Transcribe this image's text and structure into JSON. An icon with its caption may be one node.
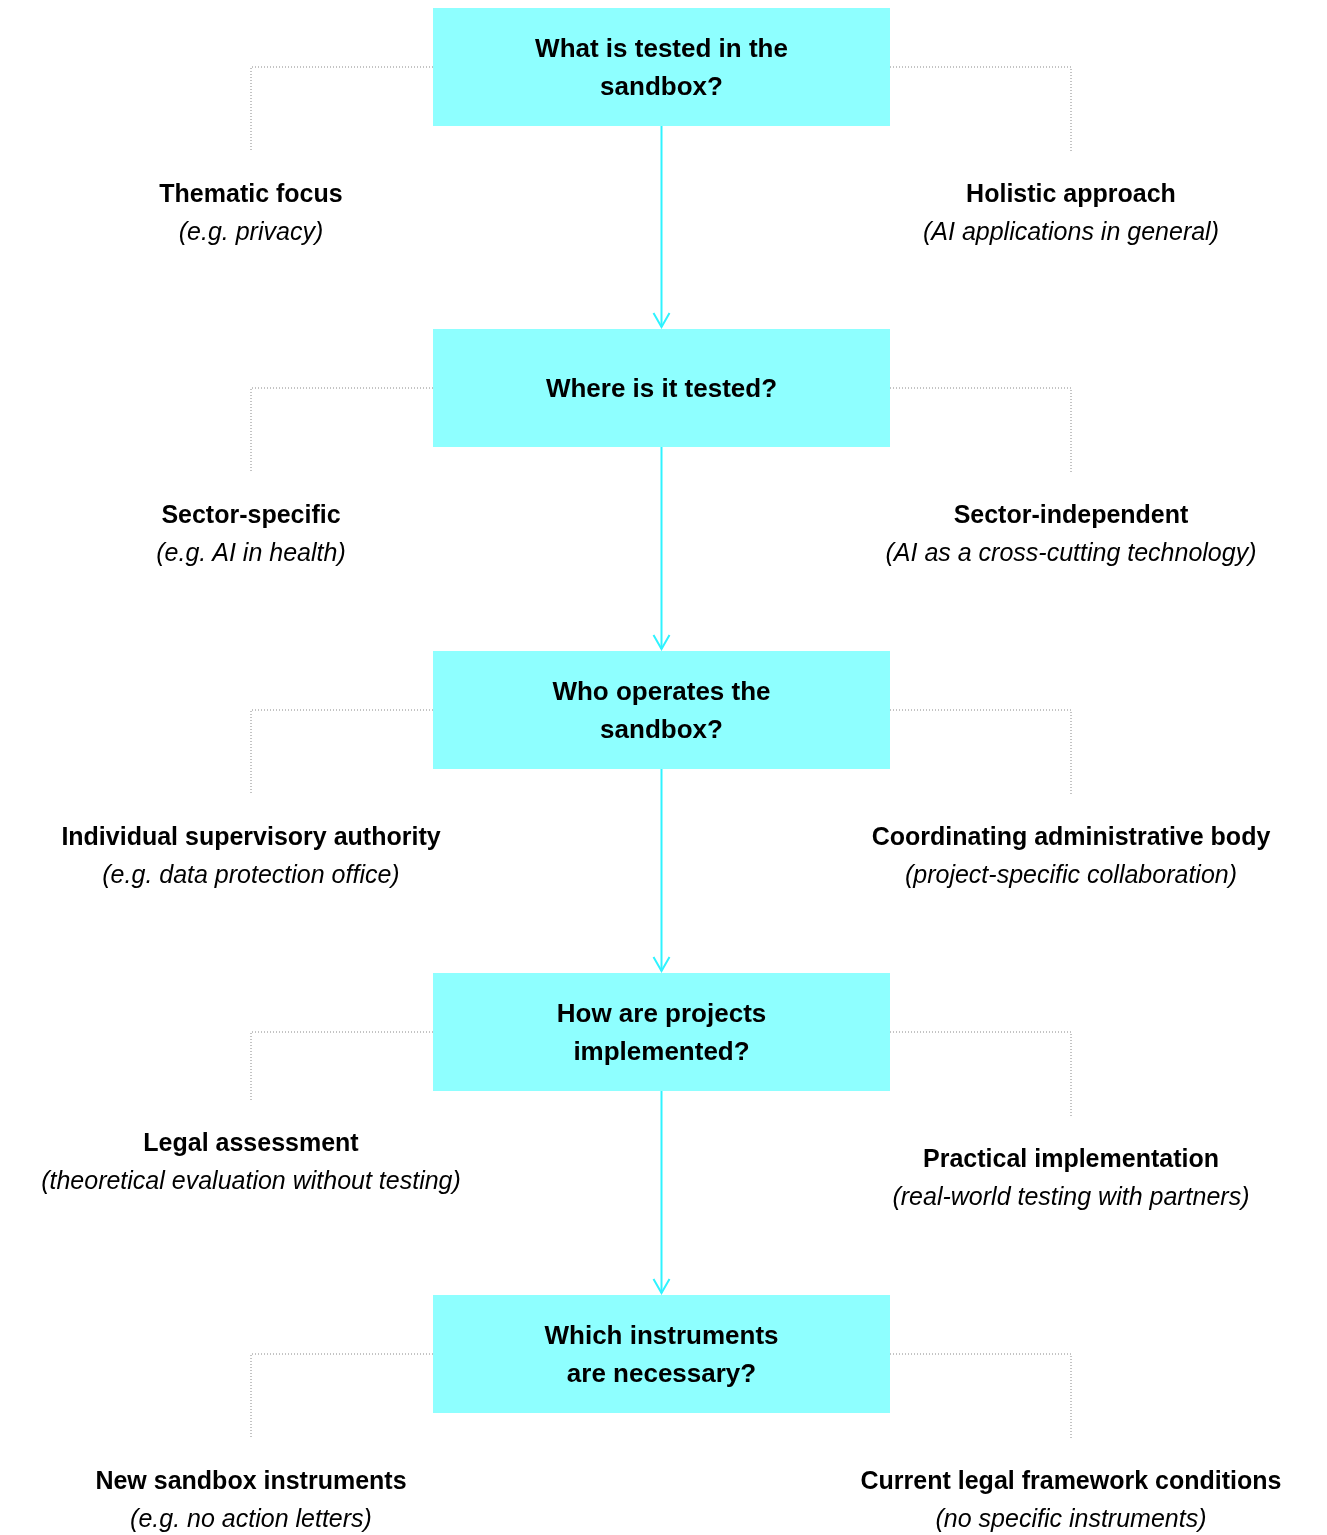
{
  "diagram": {
    "nodes": [
      {
        "text": [
          "What is tested in the sandbox?"
        ]
      },
      {
        "text": [
          "Thematic focus",
          "(e.g. privacy)"
        ]
      },
      {
        "text": [
          "Holistic approach",
          "(AI applications in general)"
        ]
      },
      {
        "text": [
          "Where is it tested?"
        ]
      },
      {
        "text": [
          "Sector-specific",
          "(e.g. AI in health)"
        ]
      },
      {
        "text": [
          "Sector-independent",
          "(AI as a cross-cutting technology)"
        ]
      },
      {
        "text": [
          "Who operates the sandbox?"
        ]
      },
      {
        "text": [
          "Individual supervisory authority",
          "(e.g. data protection office)"
        ]
      },
      {
        "text": [
          "Coordinating administrative body",
          "(project-specific collaboration)"
        ]
      },
      {
        "text": [
          "How are projects implemented?"
        ]
      },
      {
        "text": [
          "Legal assessment",
          "(theoretical evaluation without testing)"
        ]
      },
      {
        "text": [
          "Practical implementation",
          "(real-world testing with partners)"
        ]
      },
      {
        "text": [
          "Which instruments are necessary?"
        ]
      },
      {
        "text": [
          "New sandbox instruments",
          "(e.g. no action letters)"
        ]
      },
      {
        "text": [
          "Current legal framework conditions",
          "(no specific instruments)"
        ]
      }
    ],
    "edges": [
      {
        "from": 0,
        "to": 1,
        "arrow": "none",
        "style": "dashed"
      },
      {
        "from": 0,
        "to": 2,
        "arrow": "none",
        "style": "dashed"
      },
      {
        "from": 0,
        "to": 3,
        "arrow": "to",
        "color": "#2ff3ff"
      },
      {
        "from": 3,
        "to": 4,
        "arrow": "none",
        "style": "dashed"
      },
      {
        "from": 3,
        "to": 5,
        "arrow": "none",
        "style": "dashed"
      },
      {
        "from": 3,
        "to": 6,
        "arrow": "to",
        "color": "#2ff3ff"
      },
      {
        "from": 6,
        "to": 7,
        "arrow": "none",
        "style": "dashed"
      },
      {
        "from": 6,
        "to": 8,
        "arrow": "none",
        "style": "dashed"
      },
      {
        "from": 6,
        "to": 9,
        "arrow": "to",
        "color": "#2ff3ff"
      },
      {
        "from": 9,
        "to": 10,
        "arrow": "none",
        "style": "dashed"
      },
      {
        "from": 9,
        "to": 11,
        "arrow": "none",
        "style": "dashed"
      },
      {
        "from": 9,
        "to": 12,
        "arrow": "to",
        "color": "#2ff3ff"
      },
      {
        "from": 12,
        "to": 13,
        "arrow": "none",
        "style": "dashed"
      },
      {
        "from": 12,
        "to": 14,
        "arrow": "none",
        "style": "dashed"
      }
    ]
  }
}
